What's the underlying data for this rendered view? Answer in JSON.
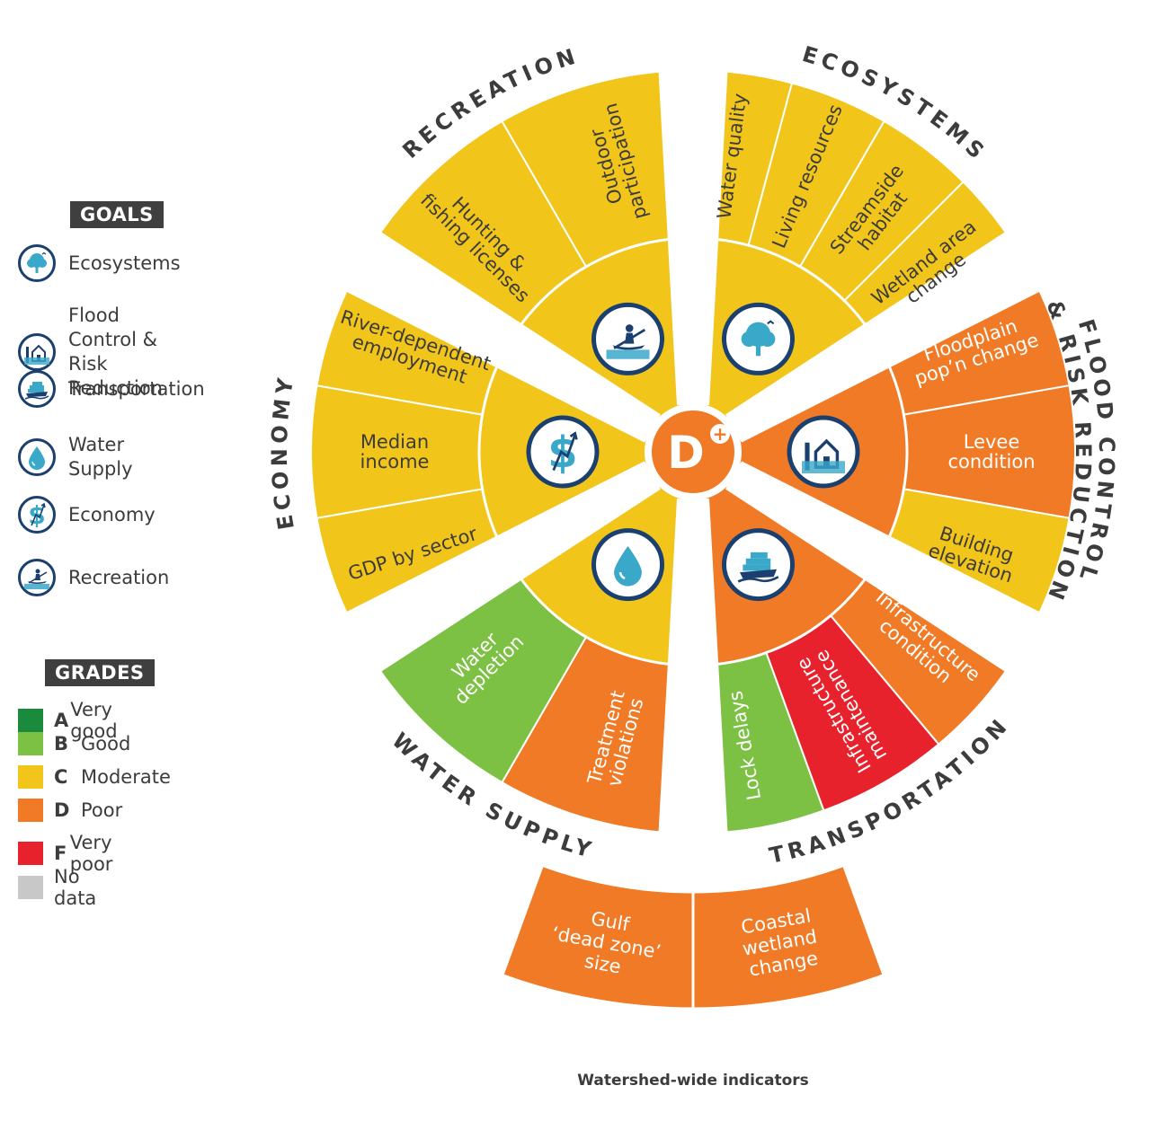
{
  "overall_grade": {
    "letter": "D",
    "modifier": "+"
  },
  "colors": {
    "very_good": "#1a8a3c",
    "good": "#7cc144",
    "moderate": "#f2c51a",
    "poor": "#f07a25",
    "very_poor": "#e8222c",
    "no_data": "#c8c8c8",
    "icon_navy": "#1b3f6e",
    "icon_teal": "#3aa8c9",
    "label_gray": "#3c3c3c",
    "legend_bg": "#3f3f3f"
  },
  "goals": [
    {
      "key": "ecosystems",
      "title": "ECOSYSTEMS",
      "icon": "tree-icon",
      "grade": "moderate",
      "indicators": [
        {
          "label": [
            "Water quality"
          ],
          "grade": "moderate"
        },
        {
          "label": [
            "Living resources"
          ],
          "grade": "moderate"
        },
        {
          "label": [
            "Streamside",
            "habitat"
          ],
          "grade": "moderate"
        },
        {
          "label": [
            "Wetland area",
            "change"
          ],
          "grade": "moderate"
        }
      ]
    },
    {
      "key": "flood",
      "title": "FLOOD CONTROL & RISK REDUCTION",
      "title_lines": [
        "FLOOD CONTROL",
        "& RISK REDUCTION"
      ],
      "icon": "house-flood-icon",
      "grade": "poor",
      "indicators": [
        {
          "label": [
            "Floodplain",
            "pop’n change"
          ],
          "grade": "poor"
        },
        {
          "label": [
            "Levee",
            "condition"
          ],
          "grade": "poor"
        },
        {
          "label": [
            "Building",
            "elevation"
          ],
          "grade": "moderate"
        }
      ]
    },
    {
      "key": "transportation",
      "title": "TRANSPORTATION",
      "icon": "barge-icon",
      "grade": "poor",
      "indicators": [
        {
          "label": [
            "Infrastructure",
            "condition"
          ],
          "grade": "poor"
        },
        {
          "label": [
            "Infrastructure",
            "maintenance"
          ],
          "grade": "very_poor"
        },
        {
          "label": [
            "Lock delays"
          ],
          "grade": "good"
        }
      ]
    },
    {
      "key": "water_supply",
      "title": "WATER SUPPLY",
      "icon": "water-drop-icon",
      "grade": "moderate",
      "indicators": [
        {
          "label": [
            "Treatment",
            "violations"
          ],
          "grade": "poor"
        },
        {
          "label": [
            "Water",
            "depletion"
          ],
          "grade": "good"
        }
      ]
    },
    {
      "key": "economy",
      "title": "ECONOMY",
      "icon": "dollar-icon",
      "grade": "moderate",
      "indicators": [
        {
          "label": [
            "GDP by sector"
          ],
          "grade": "moderate"
        },
        {
          "label": [
            "Median",
            "income"
          ],
          "grade": "moderate"
        },
        {
          "label": [
            "River-dependent",
            "employment"
          ],
          "grade": "moderate"
        }
      ]
    },
    {
      "key": "recreation",
      "title": "RECREATION",
      "icon": "kayak-icon",
      "grade": "moderate",
      "indicators": [
        {
          "label": [
            "Hunting &",
            "fishing licenses"
          ],
          "grade": "moderate"
        },
        {
          "label": [
            "Outdoor",
            "participation"
          ],
          "grade": "moderate"
        }
      ]
    }
  ],
  "watershed": {
    "caption": "Watershed-wide indicators",
    "indicators": [
      {
        "label": [
          "Gulf",
          "‘dead zone’",
          "size"
        ],
        "grade": "poor"
      },
      {
        "label": [
          "Coastal",
          "wetland",
          "change"
        ],
        "grade": "poor"
      }
    ]
  },
  "legend": {
    "goals_title": "GOALS",
    "goals": [
      {
        "label": [
          "Ecosystems"
        ],
        "icon": "tree-icon"
      },
      {
        "label": [
          "Flood Control &",
          "Risk Reduction"
        ],
        "icon": "house-flood-icon"
      },
      {
        "label": [
          "Transportation"
        ],
        "icon": "barge-icon"
      },
      {
        "label": [
          "Water Supply"
        ],
        "icon": "water-drop-icon"
      },
      {
        "label": [
          "Economy"
        ],
        "icon": "dollar-icon"
      },
      {
        "label": [
          "Recreation"
        ],
        "icon": "kayak-icon"
      }
    ],
    "grades_title": "GRADES",
    "grades": [
      {
        "letter": "A",
        "label": "Very good",
        "color_key": "very_good"
      },
      {
        "letter": "B",
        "label": "Good",
        "color_key": "good"
      },
      {
        "letter": "C",
        "label": "Moderate",
        "color_key": "moderate"
      },
      {
        "letter": "D",
        "label": "Poor",
        "color_key": "poor"
      },
      {
        "letter": "F",
        "label": "Very poor",
        "color_key": "very_poor"
      }
    ],
    "no_data_label": "No data"
  }
}
